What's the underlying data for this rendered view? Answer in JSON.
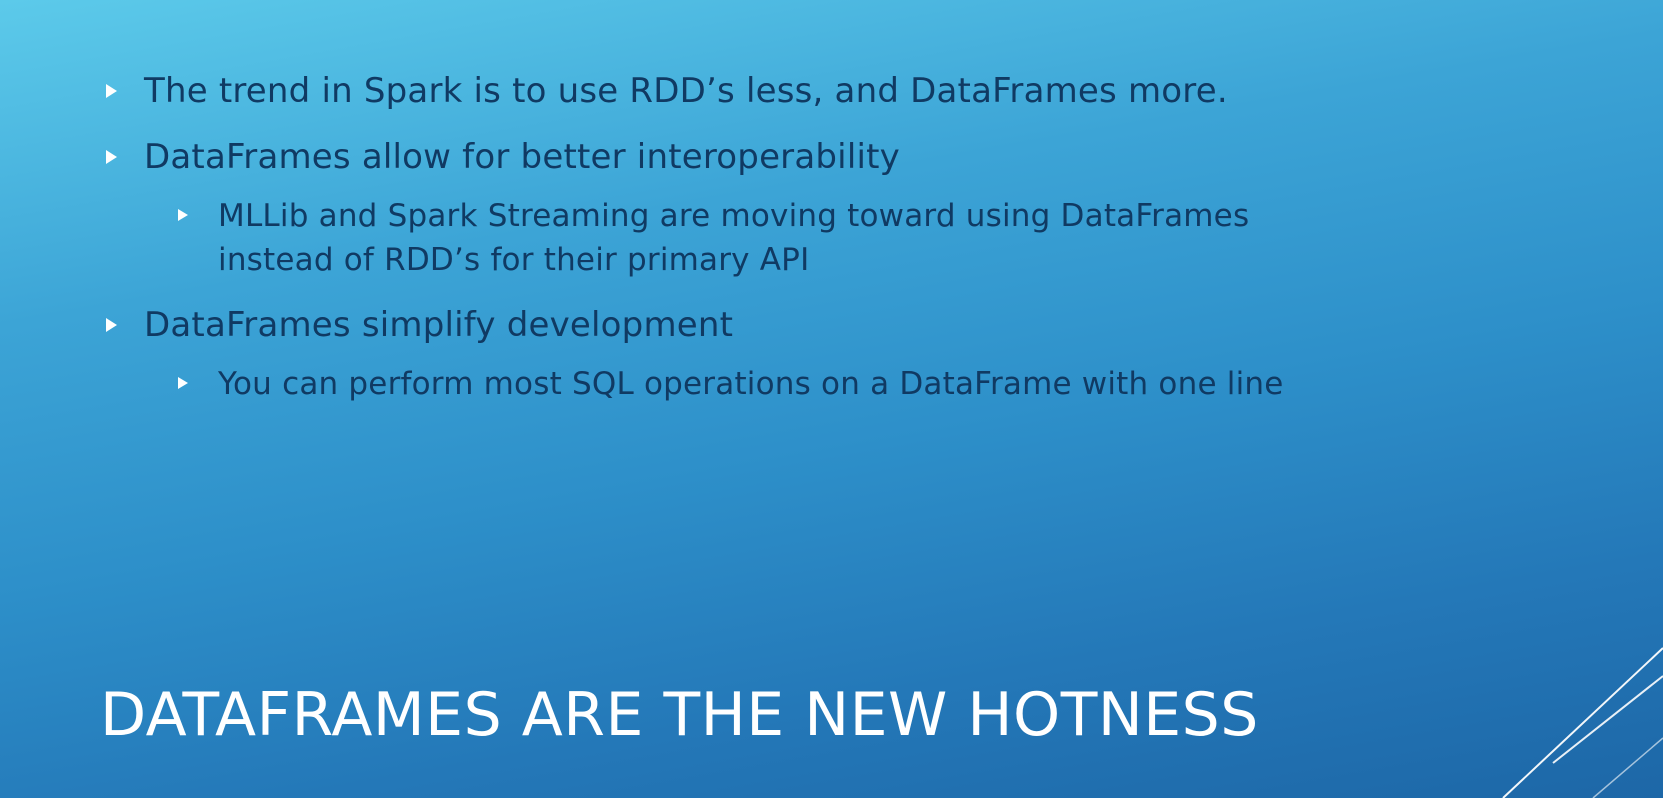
{
  "slide": {
    "title": "DATAFRAMES ARE THE NEW HOTNESS",
    "bullets": [
      {
        "text": "The trend in Spark is to use RDD’s less, and DataFrames more.",
        "subbullets": []
      },
      {
        "text": "DataFrames allow for better interoperability",
        "subbullets": [
          "MLLib and Spark Streaming are moving toward using DataFrames instead of RDD’s for their primary API"
        ]
      },
      {
        "text": "DataFrames simplify development",
        "subbullets": [
          "You can perform most SQL operations on a DataFrame with one line"
        ]
      }
    ]
  },
  "colors": {
    "background_top": "#5ccaea",
    "background_bottom": "#1d67a7",
    "body_text": "#103a63",
    "title_text": "#ffffff",
    "bullet_arrow": "#ffffff"
  },
  "icons": {
    "bullet": "right-triangle-icon",
    "corner": "diagonal-lines-decoration"
  }
}
